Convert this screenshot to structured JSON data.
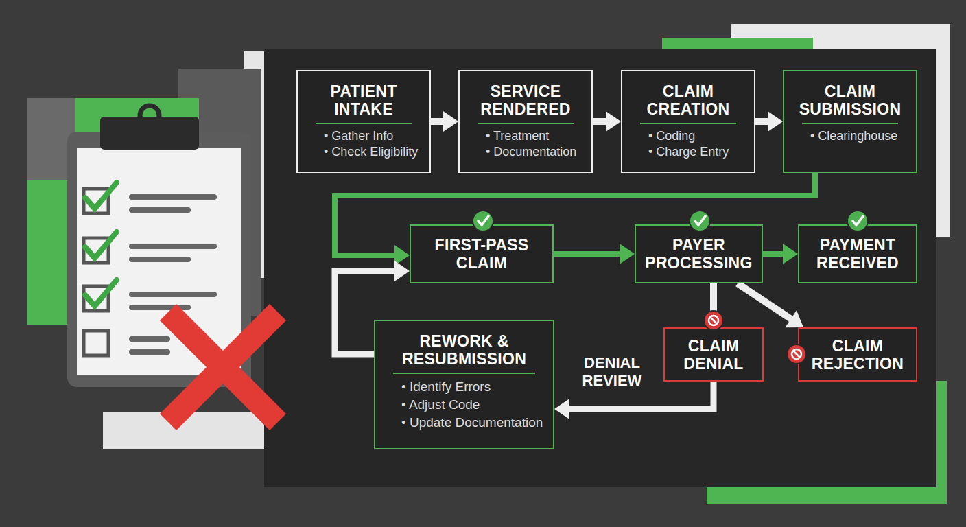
{
  "diagram": {
    "nodes": [
      {
        "text": [
          "PATIENT INTAKE",
          "• Gather Info",
          "• Check Eligibility"
        ]
      },
      {
        "text": [
          "SERVICE RENDERED",
          "• Treatment",
          "• Documentation"
        ]
      },
      {
        "text": [
          "CLAIM CREATION",
          "• Coding",
          "• Charge Entry"
        ]
      },
      {
        "text": [
          "CLAIM SUBMISSION",
          "• Clearinghouse"
        ]
      },
      {
        "text": [
          "FIRST-PASS CLAIM"
        ]
      },
      {
        "text": [
          "PAYER PROCESSING"
        ]
      },
      {
        "text": [
          "PAYMENT RECEIVED"
        ]
      },
      {
        "text": [
          "CLAIM DENIAL"
        ]
      },
      {
        "text": [
          "CLAIM REJECTION"
        ]
      },
      {
        "text": [
          "REWORK & RESUBMISSION",
          "• Identify Errors",
          "• Adjust Code",
          "• Update Documentation"
        ]
      }
    ],
    "edges": [
      {
        "from": 0,
        "to": 1,
        "arrow": "to"
      },
      {
        "from": 1,
        "to": 2,
        "arrow": "to"
      },
      {
        "from": 2,
        "to": 3,
        "arrow": "to"
      },
      {
        "from": 3,
        "to": 4,
        "arrow": "to"
      },
      {
        "from": 4,
        "to": 5,
        "arrow": "to"
      },
      {
        "from": 5,
        "to": 6,
        "arrow": "to"
      },
      {
        "from": 5,
        "to": 7,
        "arrow": "none"
      },
      {
        "from": 5,
        "to": 8,
        "arrow": "to"
      },
      {
        "from": 7,
        "to": 9,
        "label": "DENIAL REVIEW",
        "arrow": "to"
      },
      {
        "from": 9,
        "to": 4,
        "arrow": "to"
      }
    ]
  }
}
